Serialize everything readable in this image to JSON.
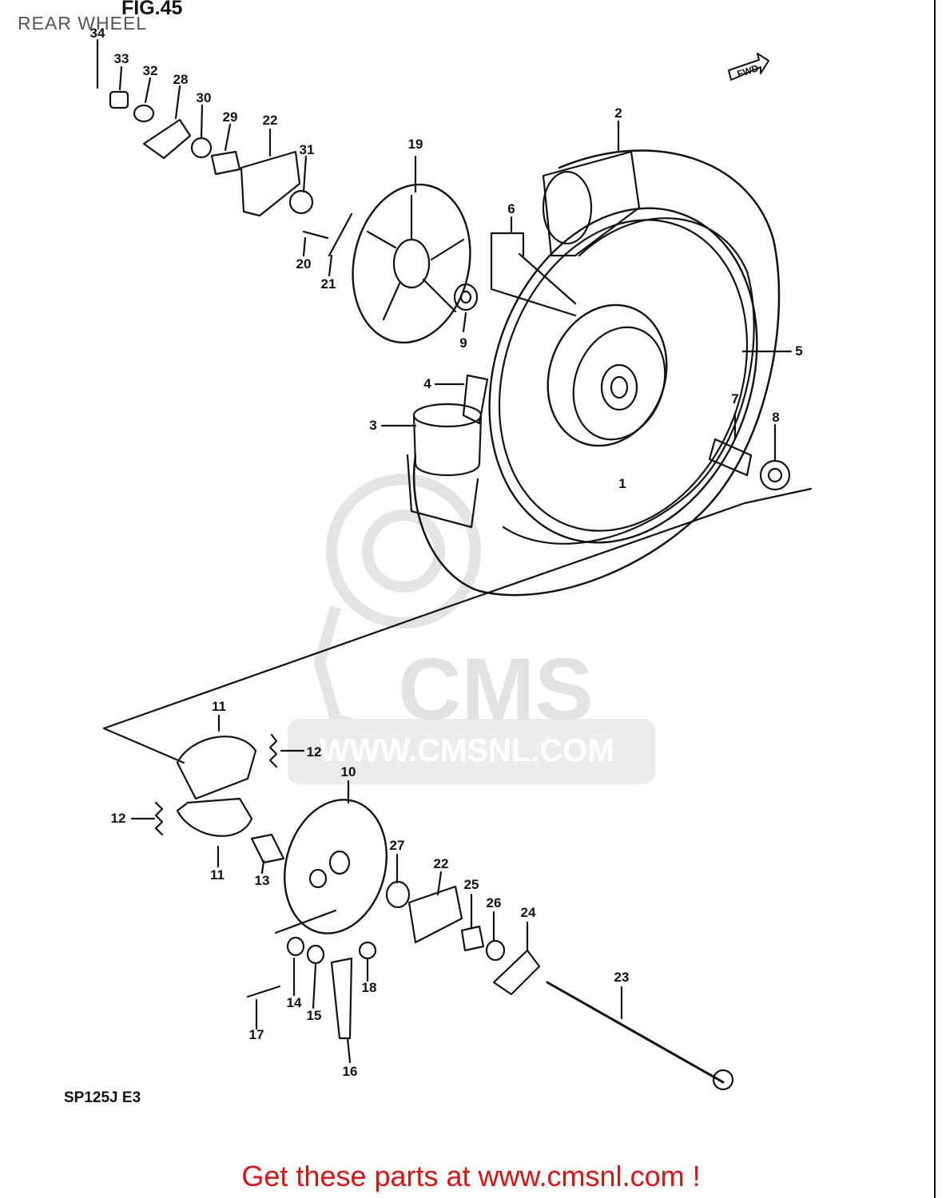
{
  "header": {
    "title": "REAR WHEEL",
    "figure": "FIG.45"
  },
  "fwd_label": "FWD",
  "model": "SP125J E3",
  "watermark": {
    "brand": "CMS",
    "url": "WWW.CMSNL.COM"
  },
  "footer": "Get these parts at www.cmsnl.com !",
  "callouts": [
    "34",
    "33",
    "32",
    "28",
    "30",
    "29",
    "22",
    "31",
    "19",
    "20",
    "21",
    "2",
    "6",
    "9",
    "5",
    "4",
    "3",
    "7",
    "8",
    "1",
    "11",
    "12",
    "10",
    "12",
    "11",
    "13",
    "27",
    "22",
    "25",
    "26",
    "24",
    "23",
    "14",
    "18",
    "15",
    "17",
    "16"
  ],
  "colors": {
    "line": "#111111",
    "watermark": "#e2e2e2",
    "footer": "#e01010"
  }
}
